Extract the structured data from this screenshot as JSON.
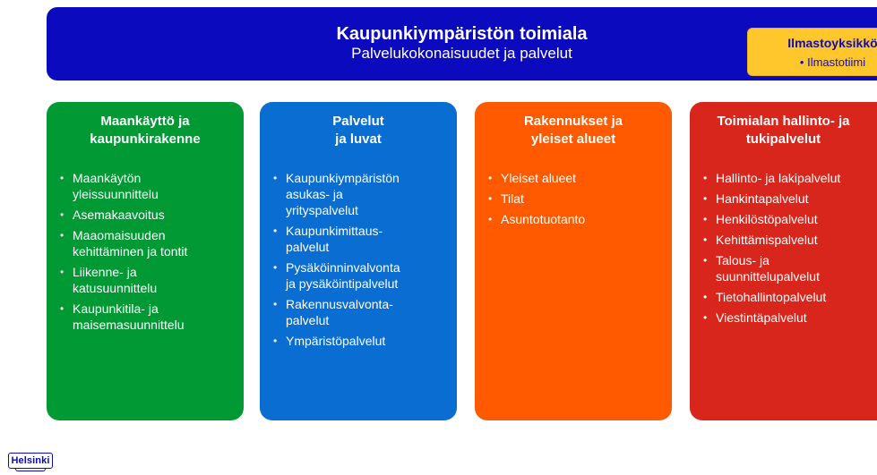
{
  "header": {
    "title": "Kaupunkiympäristön toimiala",
    "subtitle": "Palvelukokonaisuudet ja palvelut"
  },
  "climate_unit": {
    "title": "Ilmastoyksikkö",
    "items": [
      "Ilmastotiimi"
    ]
  },
  "columns": [
    {
      "title": "Maankäyttö ja\nkaupunkirakenne",
      "items": [
        "Maankäytön\nyleissuunnittelu",
        "Asemakaavoitus",
        "Maaomaisuuden\nkehittäminen ja tontit",
        "Liikenne- ja\nkatusuunnittelu",
        "Kaupunkitila- ja\nmaisemasuunnittelu"
      ]
    },
    {
      "title": "Palvelut\nja luvat",
      "items": [
        "Kaupunkiympäristön\nasukas- ja\nyrityspalvelut",
        "Kaupunkimittaus-\npalvelut",
        "Pysäköinninvalvonta\nja pysäköintipalvelut",
        "Rakennusvalvonta-\npalvelut",
        "Ympäristöpalvelut"
      ]
    },
    {
      "title": "Rakennukset ja\nyleiset alueet",
      "items": [
        "Yleiset alueet",
        "Tilat",
        "Asuntotuotanto"
      ]
    },
    {
      "title": "Toimialan hallinto- ja\ntukipalvelut",
      "items": [
        "Hallinto- ja lakipalvelut",
        "Hankintapalvelut",
        "Henkilöstöpalvelut",
        "Kehittämispalvelut",
        "Talous- ja\nsuunnittelupalvelut",
        "Tietohallintopalvelut",
        "Viestintäpalvelut"
      ]
    }
  ],
  "logo": {
    "text": "Helsinki"
  },
  "colors": {
    "header": "#0C0ABF",
    "climate_box": "#FFC72C",
    "land_use": "#009933",
    "services": "#0A6DD1",
    "buildings": "#FF5A00",
    "admin": "#D9261C"
  }
}
